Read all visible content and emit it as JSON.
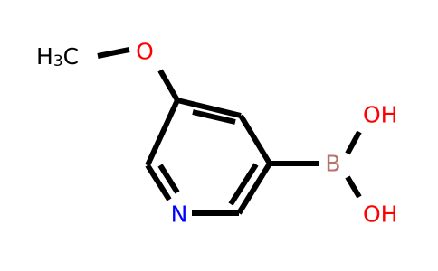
{
  "molecule": {
    "atoms": {
      "methyl": {
        "main": "H",
        "sub": "3",
        "tail": "C"
      },
      "oxygen": "O",
      "nitrogen": "N",
      "boron": "B",
      "hydroxyl_top": "OH",
      "hydroxyl_bottom": "OH"
    },
    "colors": {
      "bond": "#000000",
      "carbon_text": "#000000",
      "oxygen": "#ff0000",
      "nitrogen": "#0000ff",
      "boron": "#b5736b"
    }
  }
}
